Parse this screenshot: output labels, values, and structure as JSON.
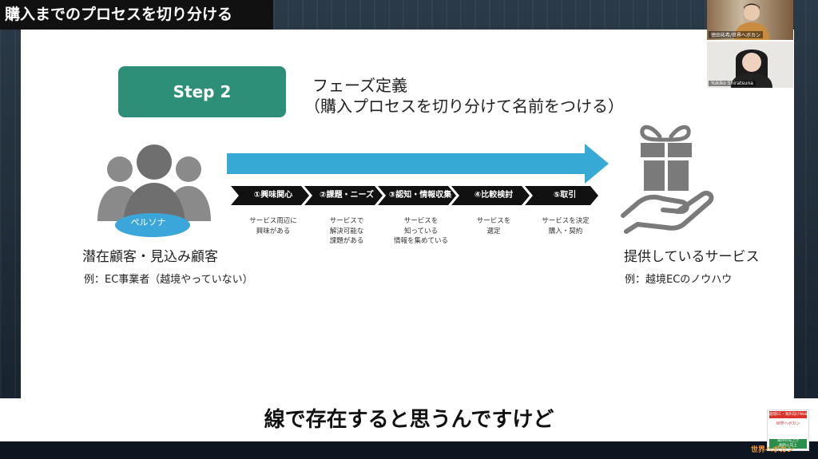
{
  "title": "購入までのプロセスを切り分ける",
  "step": {
    "label": "Step 2"
  },
  "phase_definition": {
    "line1": "フェーズ定義",
    "line2": "（購入プロセスを切り分けて名前をつける）"
  },
  "persona": {
    "label": "ペルソナ",
    "title": "潜在顧客・見込み顧客",
    "example": "例：EC事業者（越境やっていない）"
  },
  "service": {
    "title": "提供しているサービス",
    "example": "例：越境ECのノウハウ"
  },
  "phases": [
    {
      "label": "①興味関心",
      "desc": "サービス周辺に\n興味がある"
    },
    {
      "label": "②課題・ニーズ",
      "desc": "サービスで\n解決可能な\n課題がある"
    },
    {
      "label": "③認知・情報収集",
      "desc": "サービスを\n知っている\n情報を集めている"
    },
    {
      "label": "④比較検討",
      "desc": "サービスを\n選定"
    },
    {
      "label": "⑤取引",
      "desc": "サービスを決定\n購入・契約"
    }
  ],
  "subtitle": "線で存在すると思うんですけど",
  "participants": [
    {
      "name": "徳田祐希/世界へボカン"
    },
    {
      "name": "Yukiko Shiratsuna"
    }
  ],
  "logo": {
    "top": "越境EC・海外向けWeb",
    "mid": "世界へボカン",
    "bottom": "海外の売上が\n劇的に向上"
  },
  "brand": "世界へボカン",
  "colors": {
    "step": "#2e8f78",
    "arrow": "#36a9d4",
    "chevron": "#111111",
    "icon": "#7a7a7a",
    "persona_ellipse": "#3aa6d9"
  }
}
